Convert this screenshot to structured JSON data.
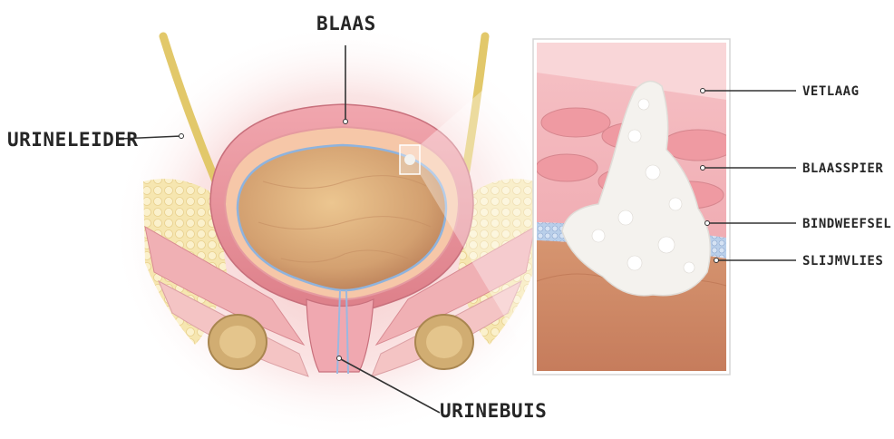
{
  "labels": {
    "bladder": "BLAAS",
    "ureter": "URINELEIDER",
    "urethra": "URINEBUIS",
    "fat_layer": "VETLAAG",
    "bladder_muscle": "BLAASSPIER",
    "connective_tissue": "BINDWEEFSEL",
    "mucosa": "SLIJMVLIES"
  },
  "colors": {
    "background": "#ffffff",
    "label_text": "#262626",
    "muscle": "#e8909a",
    "urine": "#d8a878",
    "fat": "#f4e4a8",
    "bone": "#c9a46a",
    "tumor": "#f2f0ec",
    "mucosa": "#a9c4e6"
  }
}
